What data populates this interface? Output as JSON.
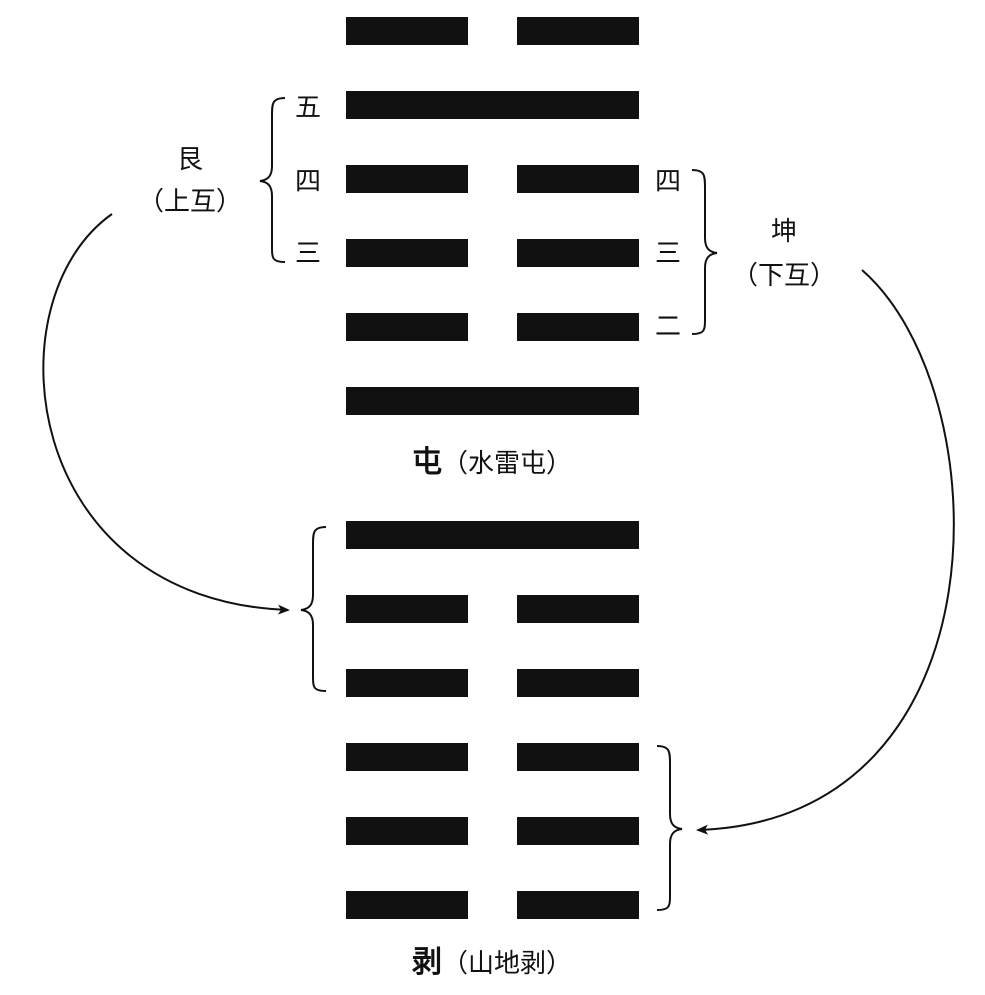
{
  "hexagram_top": {
    "name": "屯",
    "full_name": "（水雷屯）",
    "lines_top_to_bottom": [
      "yin",
      "yang",
      "yin",
      "yin",
      "yin",
      "yang"
    ],
    "left_numbers": [
      "五",
      "四",
      "三"
    ],
    "right_numbers": [
      "四",
      "三",
      "二"
    ],
    "upper_mutual": {
      "name": "艮",
      "label": "（上互）"
    },
    "lower_mutual": {
      "name": "坤",
      "label": "（下互）"
    }
  },
  "hexagram_bottom": {
    "name": "剥",
    "full_name": "（山地剥）",
    "lines_top_to_bottom": [
      "yang",
      "yin",
      "yin",
      "yin",
      "yin",
      "yin"
    ]
  },
  "colors": {
    "ink": "#111111",
    "background": "#ffffff"
  }
}
